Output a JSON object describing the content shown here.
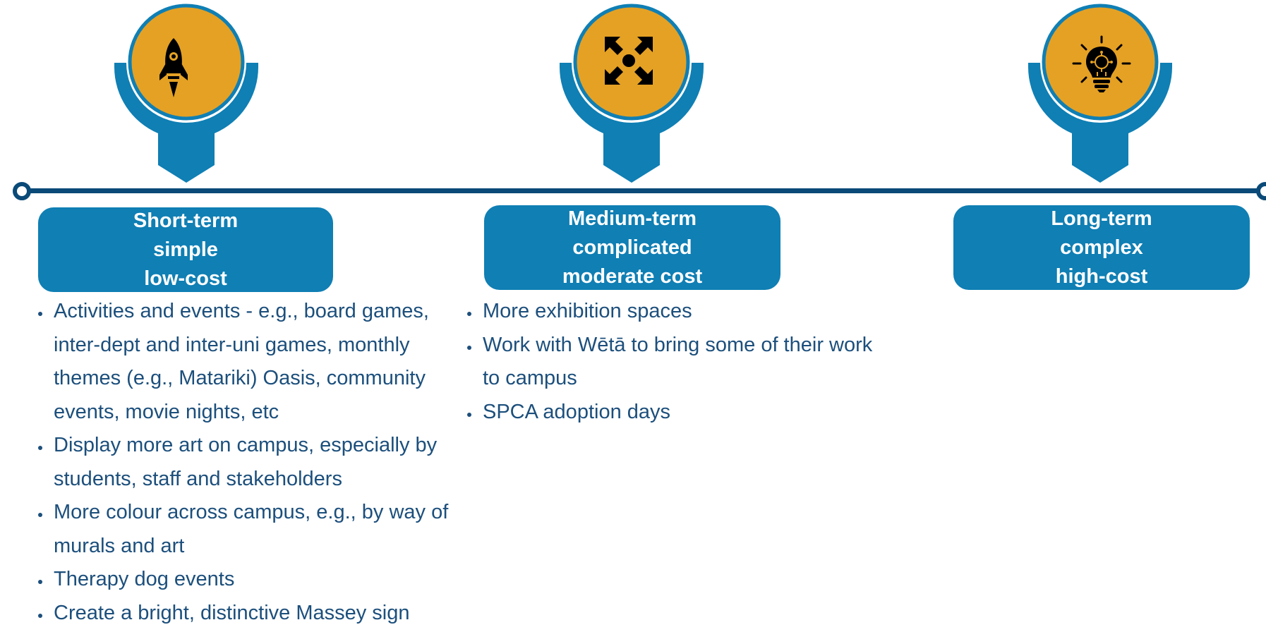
{
  "stages": [
    {
      "icon": "rocket-icon",
      "title_lines": [
        "Short-term",
        "simple",
        "low-cost"
      ],
      "items": [
        "Activities and events - e.g., board games, inter-dept and inter-uni games, monthly themes (e.g., Matariki) Oasis, community events, movie nights, etc",
        "Display more art on campus, especially by students, staff and stakeholders",
        "More colour across campus, e.g., by way of murals and art",
        "Therapy dog events",
        "Create a bright, distinctive Massey sign"
      ]
    },
    {
      "icon": "expand-arrows-icon",
      "title_lines": [
        "Medium-term",
        "complicated",
        "moderate cost"
      ],
      "items": [
        "More exhibition spaces",
        "Work with Wētā to bring some of their work to campus",
        "SPCA adoption days"
      ]
    },
    {
      "icon": "lightbulb-idea-icon",
      "title_lines": [
        "Long-term",
        "complex",
        "high-cost"
      ],
      "items": []
    }
  ],
  "colors": {
    "marker_blue": "#0f7fb4",
    "marker_orange": "#e5a124",
    "line_navy": "#0a4a78",
    "text_blue": "#1c4f7c"
  }
}
